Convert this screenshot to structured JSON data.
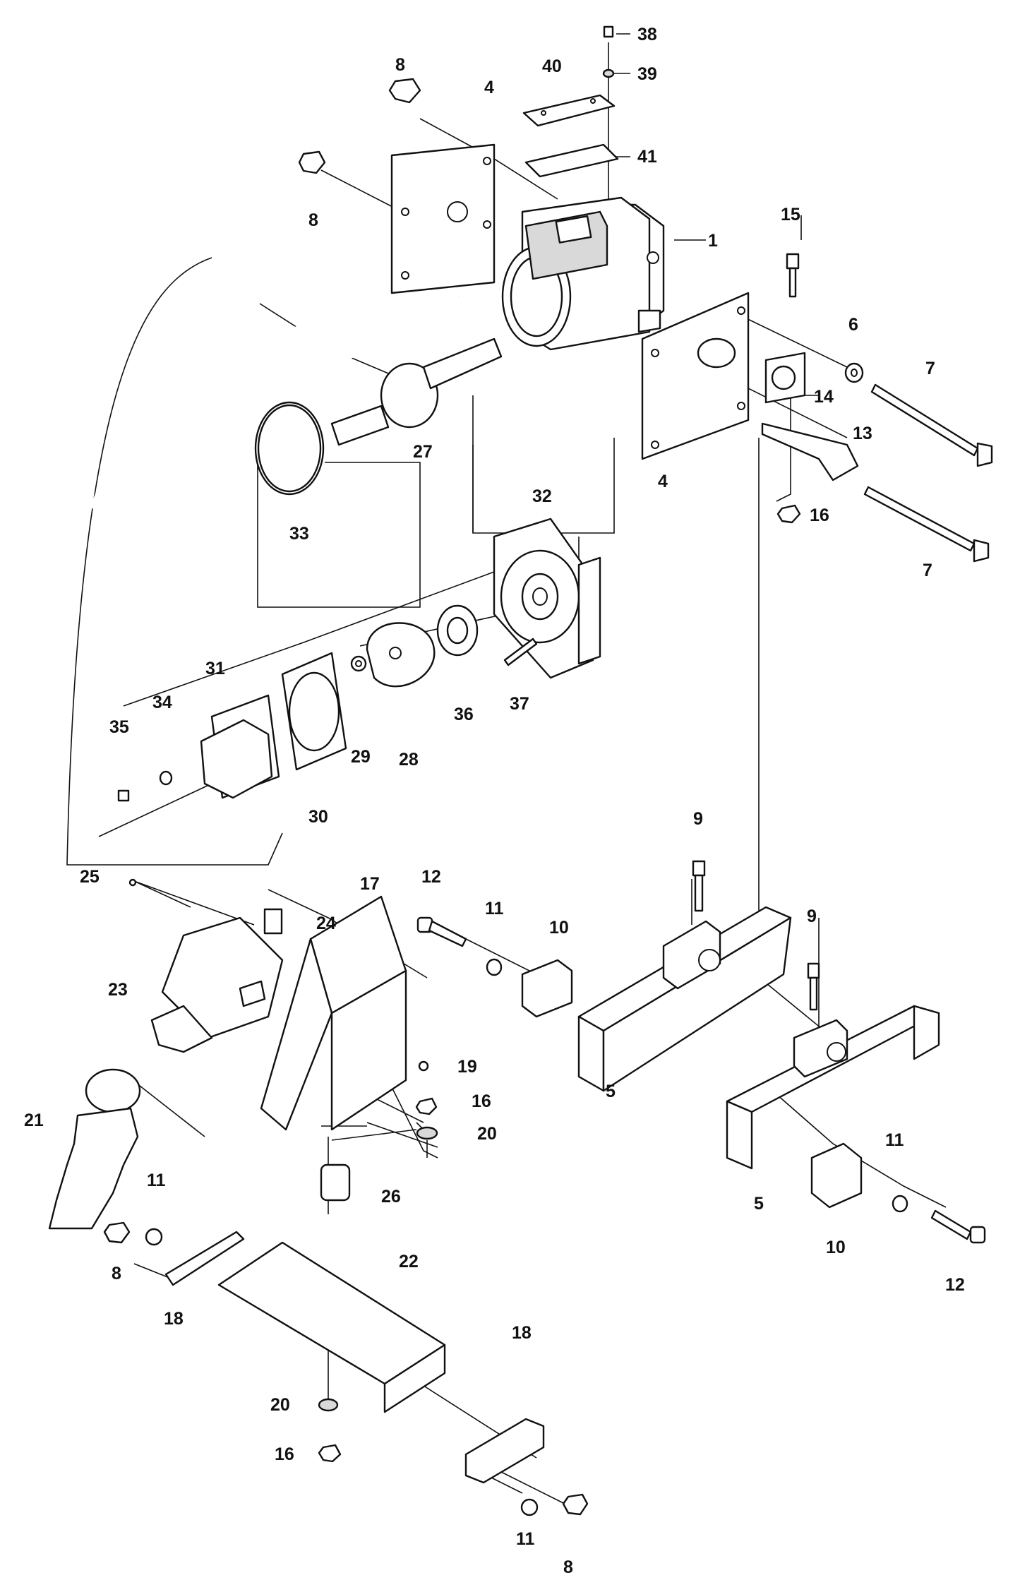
{
  "diagram": {
    "labels": [
      {
        "id": "l38",
        "text": "38"
      },
      {
        "id": "l39",
        "text": "39"
      },
      {
        "id": "l40",
        "text": "40"
      },
      {
        "id": "l41",
        "text": "41"
      },
      {
        "id": "l8a",
        "text": "8"
      },
      {
        "id": "l4a",
        "text": "4"
      },
      {
        "id": "l8b",
        "text": "8"
      },
      {
        "id": "l1",
        "text": "1"
      },
      {
        "id": "l15",
        "text": "15"
      },
      {
        "id": "l6",
        "text": "6"
      },
      {
        "id": "l7a",
        "text": "7"
      },
      {
        "id": "l14",
        "text": "14"
      },
      {
        "id": "l13",
        "text": "13"
      },
      {
        "id": "l4b",
        "text": "4"
      },
      {
        "id": "l16a",
        "text": "16"
      },
      {
        "id": "l7b",
        "text": "7"
      },
      {
        "id": "l27",
        "text": "27"
      },
      {
        "id": "l33",
        "text": "33"
      },
      {
        "id": "l32",
        "text": "32"
      },
      {
        "id": "l31",
        "text": "31"
      },
      {
        "id": "l34",
        "text": "34"
      },
      {
        "id": "l35",
        "text": "35"
      },
      {
        "id": "l29",
        "text": "29"
      },
      {
        "id": "l28",
        "text": "28"
      },
      {
        "id": "l36",
        "text": "36"
      },
      {
        "id": "l37",
        "text": "37"
      },
      {
        "id": "l30",
        "text": "30"
      },
      {
        "id": "l9a",
        "text": "9"
      },
      {
        "id": "l12a",
        "text": "12"
      },
      {
        "id": "l11a",
        "text": "11"
      },
      {
        "id": "l10a",
        "text": "10"
      },
      {
        "id": "l9b",
        "text": "9"
      },
      {
        "id": "l5a",
        "text": "5"
      },
      {
        "id": "l25",
        "text": "25"
      },
      {
        "id": "l24",
        "text": "24"
      },
      {
        "id": "l17",
        "text": "17"
      },
      {
        "id": "l23",
        "text": "23"
      },
      {
        "id": "l19",
        "text": "19"
      },
      {
        "id": "l16b",
        "text": "16"
      },
      {
        "id": "l20a",
        "text": "20"
      },
      {
        "id": "l21",
        "text": "21"
      },
      {
        "id": "l26",
        "text": "26"
      },
      {
        "id": "l11b",
        "text": "11"
      },
      {
        "id": "l8c",
        "text": "8"
      },
      {
        "id": "l18a",
        "text": "18"
      },
      {
        "id": "l22",
        "text": "22"
      },
      {
        "id": "l5b",
        "text": "5"
      },
      {
        "id": "l11c",
        "text": "11"
      },
      {
        "id": "l10b",
        "text": "10"
      },
      {
        "id": "l12b",
        "text": "12"
      },
      {
        "id": "l18b",
        "text": "18"
      },
      {
        "id": "l20b",
        "text": "20"
      },
      {
        "id": "l16c",
        "text": "16"
      },
      {
        "id": "l11d",
        "text": "11"
      },
      {
        "id": "l8d",
        "text": "8"
      }
    ]
  }
}
